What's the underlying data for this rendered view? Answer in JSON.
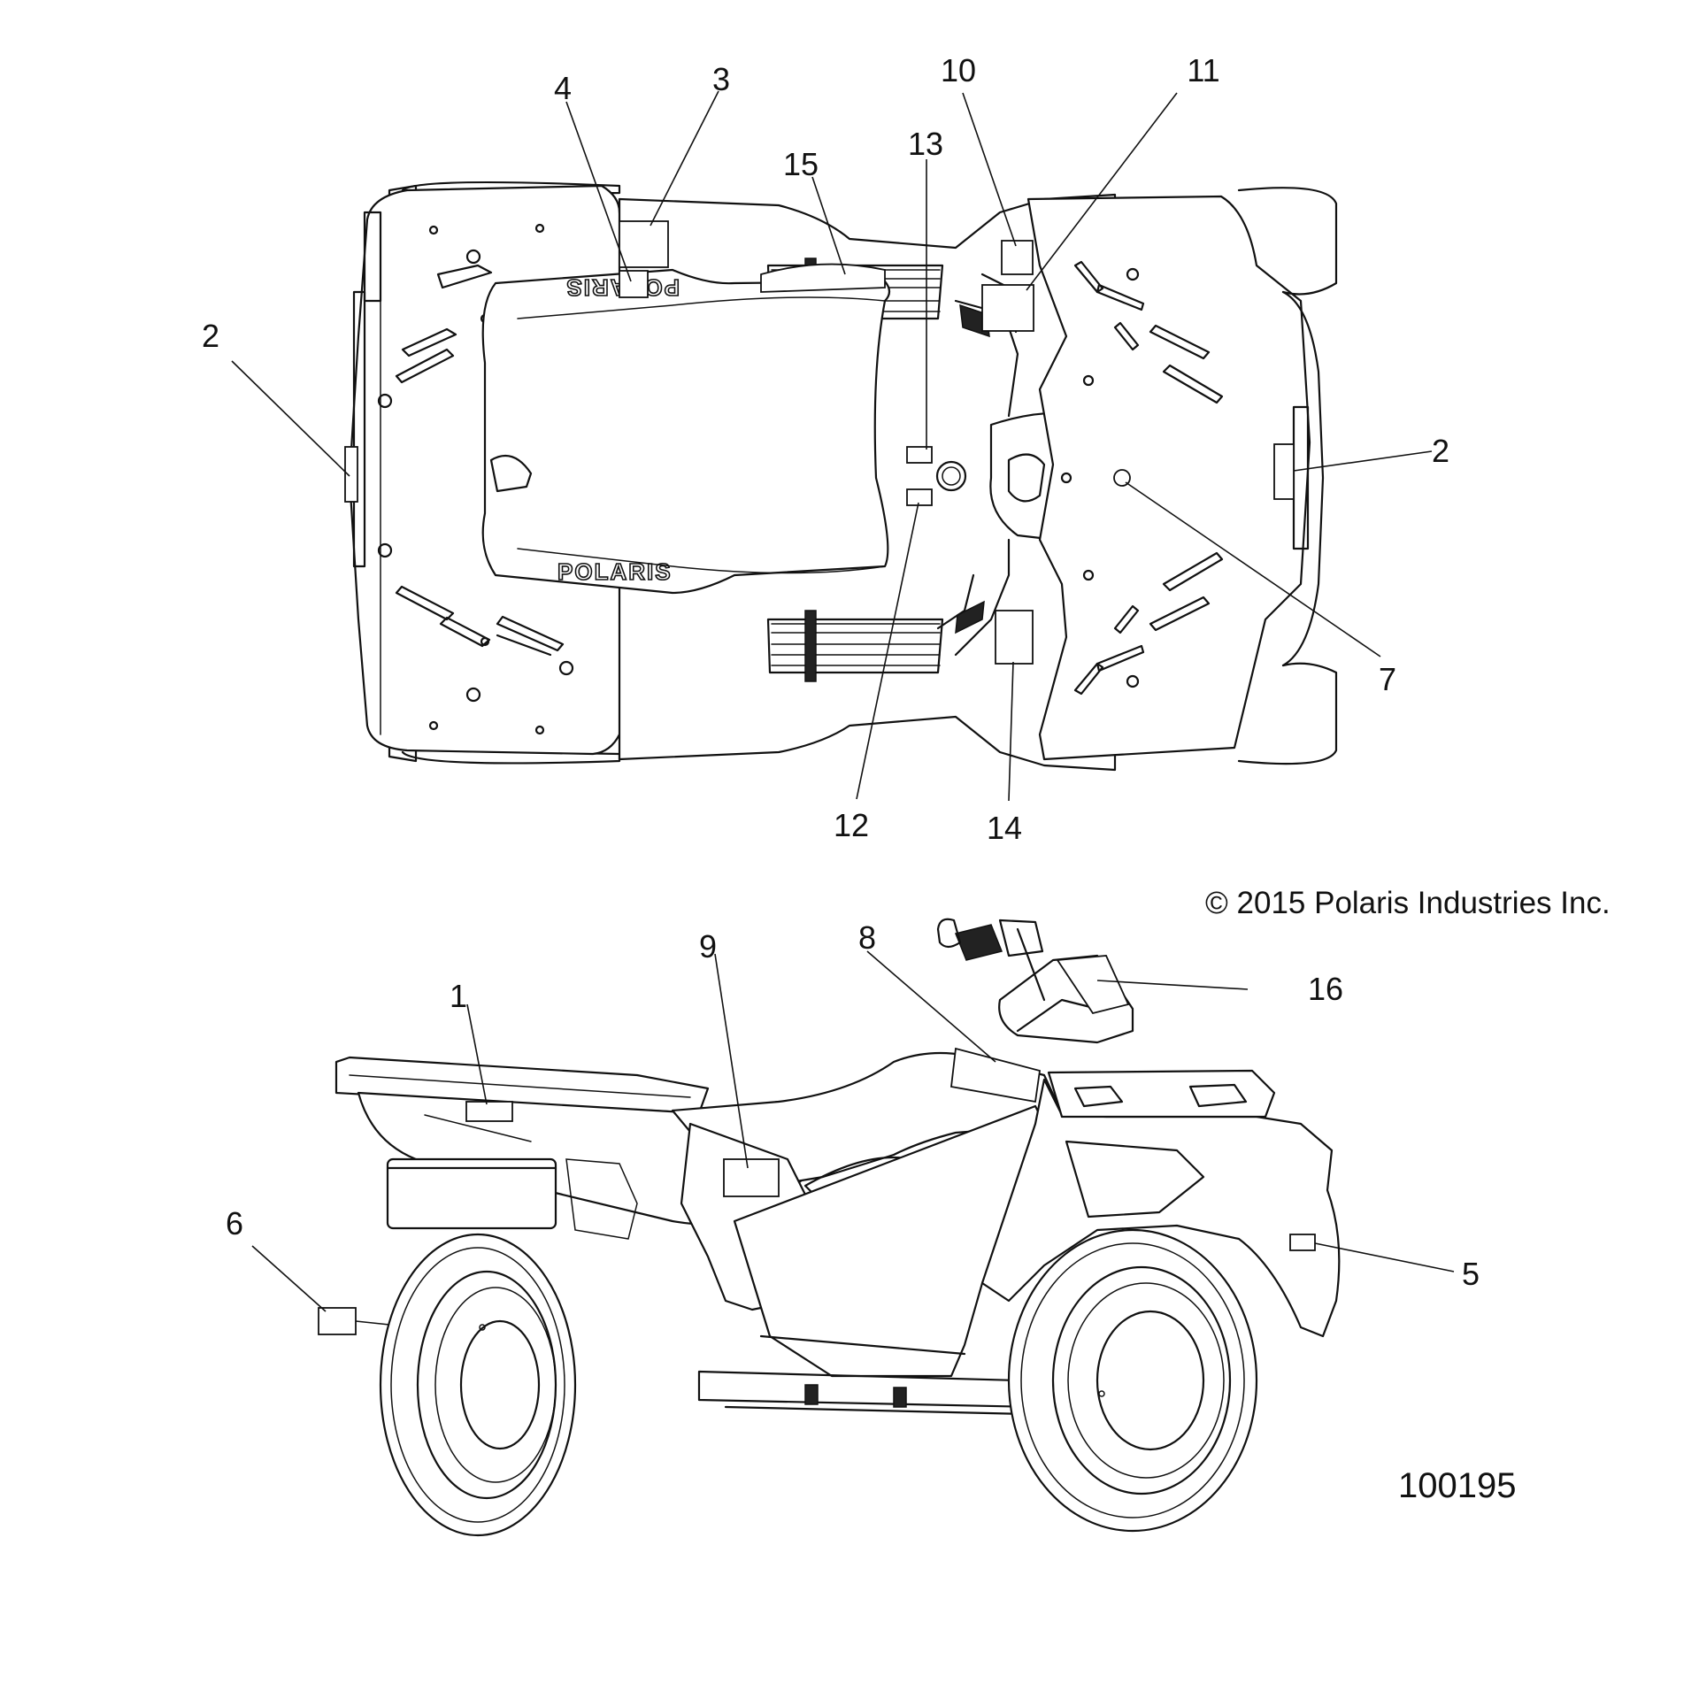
{
  "callouts": {
    "c1": "1",
    "c2_left": "2",
    "c2_right": "2",
    "c3": "3",
    "c4": "4",
    "c5": "5",
    "c6": "6",
    "c7": "7",
    "c8": "8",
    "c9": "9",
    "c10": "10",
    "c11": "11",
    "c12": "12",
    "c13": "13",
    "c14": "14",
    "c15": "15",
    "c16": "16"
  },
  "brand_text_front": "POLARIS",
  "brand_text_rear": "POLARIS",
  "copyright": "© 2015 Polaris Industries Inc.",
  "part_number": "100195"
}
